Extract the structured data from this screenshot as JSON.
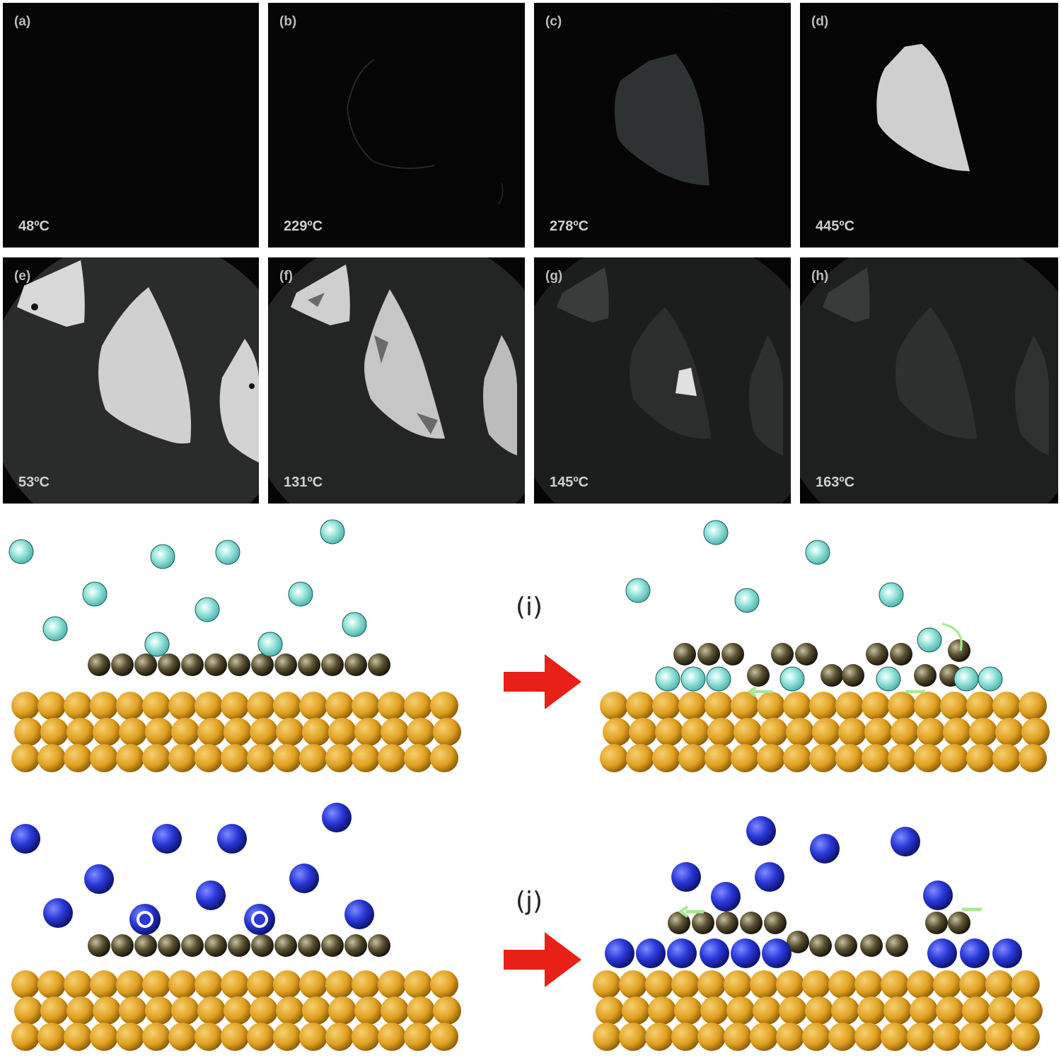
{
  "panels": [
    {
      "id": "a",
      "label": "(a)",
      "temp": "48ºC",
      "brightness": 0
    },
    {
      "id": "b",
      "label": "(b)",
      "temp": "229ºC",
      "brightness": 0.05
    },
    {
      "id": "c",
      "label": "(c)",
      "temp": "278ºC",
      "brightness": 0.35
    },
    {
      "id": "d",
      "label": "(d)",
      "temp": "445ºC",
      "brightness": 0.85
    },
    {
      "id": "e",
      "label": "(e)",
      "temp": "53ºC",
      "brightness": 0.85
    },
    {
      "id": "f",
      "label": "(f)",
      "temp": "131ºC",
      "brightness": 0.75
    },
    {
      "id": "g",
      "label": "(g)",
      "temp": "145ºC",
      "brightness": 0.2
    },
    {
      "id": "h",
      "label": "(h)",
      "temp": "163ºC",
      "brightness": 0.2
    }
  ],
  "schematic": {
    "row_i_label": "(i)",
    "row_j_label": "(j)",
    "colors": {
      "substrate": "#e0a020",
      "adlayer": "#5a5030",
      "atom_i": "#7dd8d0",
      "atom_j": "#2a38d8",
      "arrow": "#e82018",
      "motion_arrow": "#a8e890"
    }
  }
}
